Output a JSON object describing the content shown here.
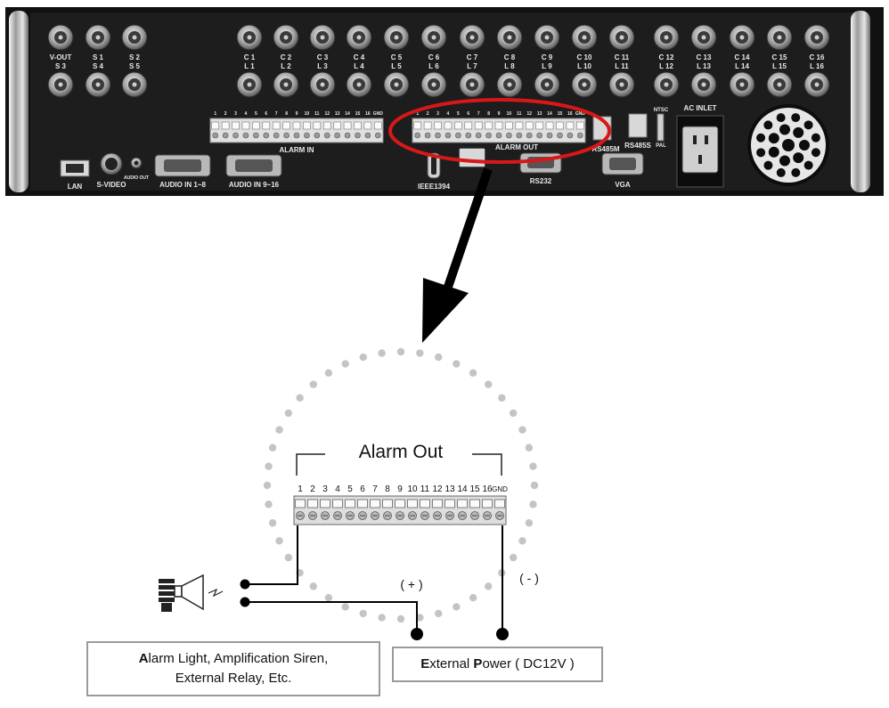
{
  "panel": {
    "top_labels": [
      "V-OUT",
      "S 1",
      "S 2",
      "C 1",
      "C 2",
      "C 3",
      "C 4",
      "C 5",
      "C 6",
      "C 7",
      "C 8",
      "C 9",
      "C 10",
      "C 11",
      "C 12",
      "C 13",
      "C 14",
      "C 15",
      "C 16"
    ],
    "mid_labels": [
      "S 3",
      "S 4",
      "S 5",
      "L 1",
      "L 2",
      "L 3",
      "L 4",
      "L 5",
      "L 6",
      "L 7",
      "L 8",
      "L 9",
      "L 10",
      "L 11",
      "L 12",
      "L 13",
      "L 14",
      "L 15",
      "L 16"
    ],
    "alarm_in_label": "ALARM IN",
    "alarm_out_label": "ALARM OUT",
    "terminal_numbers": [
      "1",
      "2",
      "3",
      "4",
      "5",
      "6",
      "7",
      "8",
      "9",
      "10",
      "11",
      "12",
      "13",
      "14",
      "15",
      "16",
      "GND"
    ],
    "lan": "LAN",
    "svideo": "S-VIDEO",
    "audio_out": "AUDIO OUT",
    "audio_in_1": "AUDIO IN 1~8",
    "audio_in_2": "AUDIO IN 9~16",
    "ieee": "IEEE1394",
    "rs232": "RS232",
    "vga": "VGA",
    "rs485m": "RS485M",
    "rs485s": "RS485S",
    "ac_inlet": "AC INLET",
    "ntsc": "NTSC",
    "pal": "PAL"
  },
  "detail": {
    "title": "Alarm Out",
    "numbers": [
      "1",
      "2",
      "3",
      "4",
      "5",
      "6",
      "7",
      "8",
      "9",
      "10",
      "11",
      "12",
      "13",
      "14",
      "15",
      "16",
      "GND"
    ],
    "plus": "( + )",
    "minus": "( - )"
  },
  "devices_box": {
    "first_letter": "A",
    "line1_rest": "larm Light, Amplification Siren,",
    "line2": "External Relay, Etc."
  },
  "power_box": {
    "first_letter": "E",
    "mid": "xternal ",
    "second_letter": "P",
    "rest": "ower ( DC12V )"
  },
  "colors": {
    "panel": "#1c1c1c",
    "highlight": "#d81818",
    "dots": "#c4c4c4",
    "box_border": "#9a9a9a"
  }
}
